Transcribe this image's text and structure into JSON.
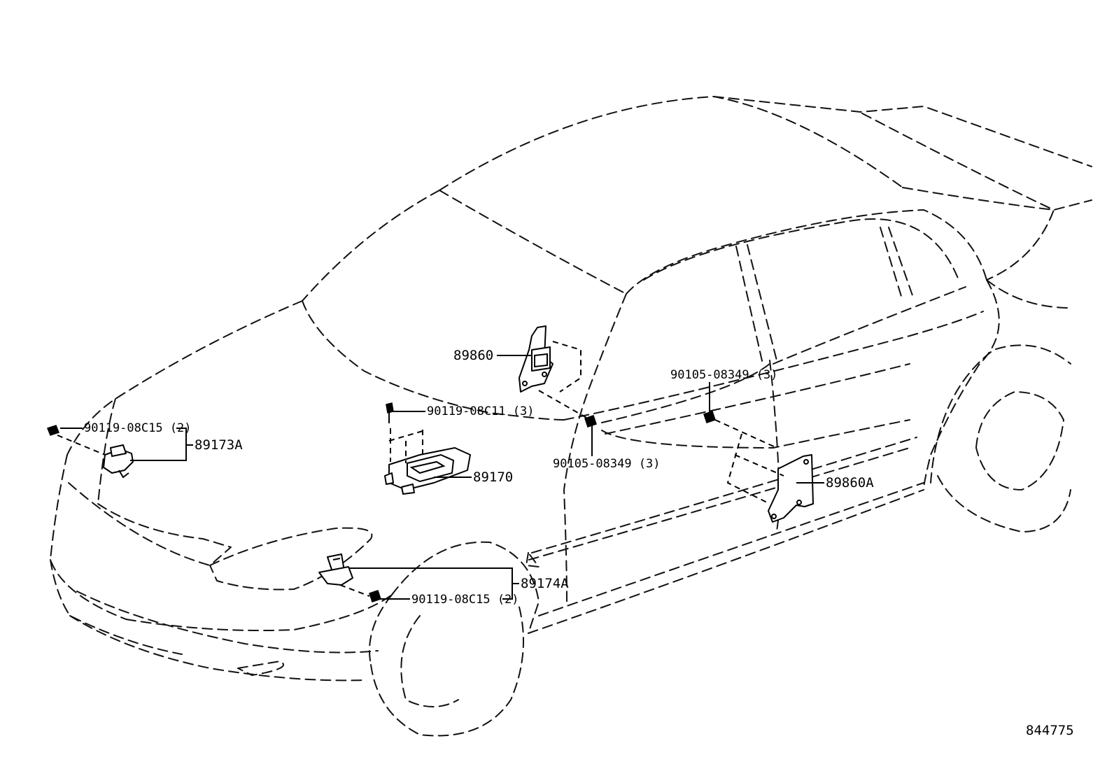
{
  "diagram_id": "844775",
  "callouts": {
    "module_upper_left": "89860",
    "screw_center": "90119-08C11 (3)",
    "screw_left": "90119-08C15 (2)",
    "sensor_left": "89173A",
    "ecu": "89170",
    "bolt_center": "90105-08349 (3)",
    "bolt_right": "90105-08349 (3)",
    "bracket_right": "89860A",
    "sensor_front": "89174A",
    "screw_front": "90119-08C15 (2)"
  }
}
